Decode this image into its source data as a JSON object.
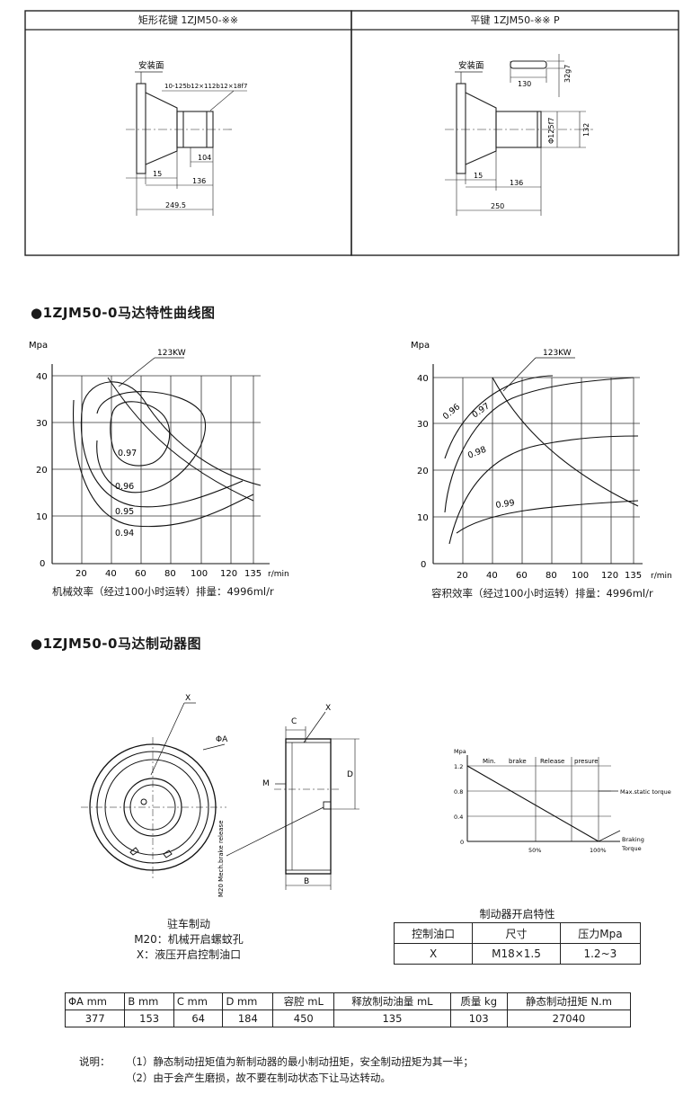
{
  "keys": {
    "left_title": "矩形花键  1ZJM50-※※",
    "right_title": "平键  1ZJM50-※※ P",
    "left_drawing": {
      "mount_label": "安装面",
      "spline_spec": "10-125b12×112b12×18f7",
      "dims": [
        "104",
        "15",
        "136",
        "249.5"
      ]
    },
    "right_drawing": {
      "mount_label": "安装面",
      "dims": [
        "130",
        "32g7",
        "Φ125f7",
        "132",
        "15",
        "136",
        "250"
      ]
    }
  },
  "curves": {
    "title": "●1ZJM50-0马达特性曲线图",
    "left": {
      "ylabel": "Mpa",
      "xlabel": "r/min",
      "power_label": "123KW",
      "yticks": [
        "0",
        "10",
        "20",
        "30",
        "40"
      ],
      "xticks": [
        "20",
        "40",
        "60",
        "80",
        "100",
        "120",
        "135"
      ],
      "contours": [
        "0.97",
        "0.96",
        "0.95",
        "0.94"
      ],
      "caption": "机械效率（经过100小时运转）排量：4996ml/r"
    },
    "right": {
      "ylabel": "Mpa",
      "xlabel": "r/min",
      "power_label": "123KW",
      "yticks": [
        "0",
        "10",
        "20",
        "30",
        "40"
      ],
      "xticks": [
        "20",
        "40",
        "60",
        "80",
        "100",
        "120",
        "135"
      ],
      "curve_labels": [
        "0.96",
        "0.97",
        "0.98",
        "0.99"
      ],
      "caption": "容积效率（经过100小时运转）排量：4996ml/r"
    }
  },
  "brake": {
    "title": "●1ZJM50-0马达制动器图",
    "front_labels": {
      "x": "X",
      "dia": "ΦA"
    },
    "side_labels": {
      "c": "C",
      "x": "X",
      "m": "M",
      "d": "D",
      "b": "B",
      "m20": "M20 Mech.brake release"
    },
    "chart": {
      "ylabel": "Mpa",
      "yticks": [
        "0",
        "0.4",
        "0.8",
        "1.2"
      ],
      "header": [
        "Min.",
        "brake",
        "Release",
        "presure"
      ],
      "xticks": [
        "50%",
        "100%"
      ],
      "max_torque": "Max.static torque",
      "xlabel_1": "Braking",
      "xlabel_2": "Torque"
    },
    "legend": {
      "title": "驻车制动",
      "m20": "M20：机械开启螺蚊孔",
      "x": "X：液压开启控制油口"
    }
  },
  "spec_table": {
    "title": "制动器开启特性",
    "headers": [
      "控制油口",
      "尺寸",
      "压力Mpa"
    ],
    "row": [
      "X",
      "M18×1.5",
      "1.2~3"
    ]
  },
  "data_table": {
    "headers": [
      "ΦA mm",
      "B mm",
      "C mm",
      "D mm",
      "容腔 mL",
      "释放制动油量 mL",
      "质量 kg",
      "静态制动扭矩  N.m"
    ],
    "row": [
      "377",
      "153",
      "64",
      "184",
      "450",
      "135",
      "103",
      "27040"
    ]
  },
  "notes": {
    "label": "说明：",
    "line1": "（1）静态制动扭矩值为新制动器的最小制动扭矩，安全制动扭矩为其一半；",
    "line2": "（2）由于会产生磨损，故不要在制动状态下让马达转动。"
  }
}
